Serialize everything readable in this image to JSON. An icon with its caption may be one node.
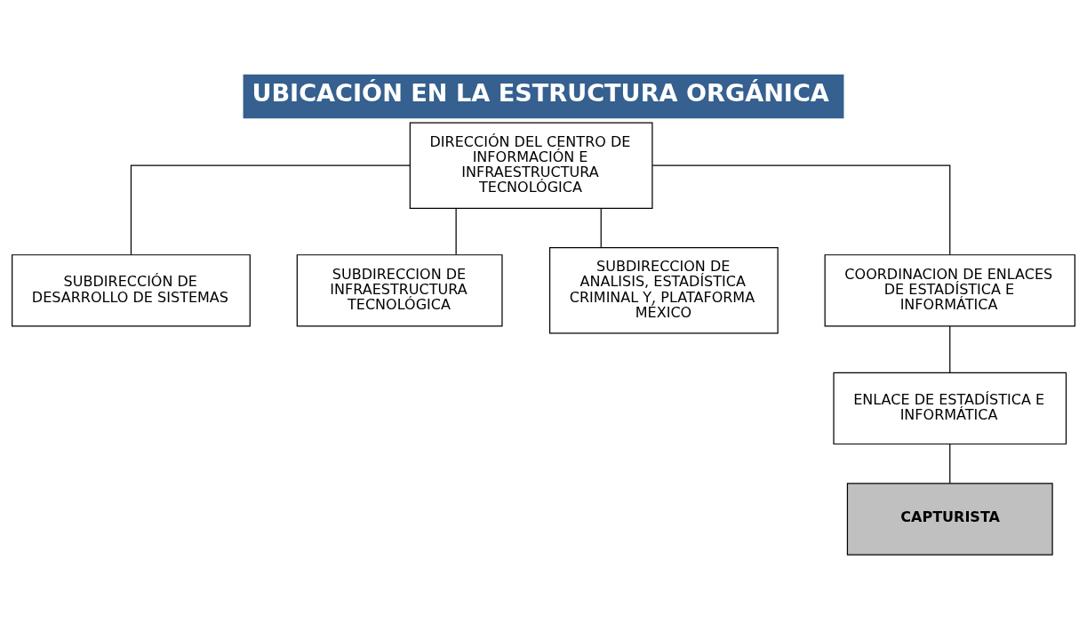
{
  "diagram": {
    "title": "UBICACIÓN EN LA ESTRUCTURA ORGÁNICA",
    "nodes": [
      {
        "text": [
          "DIRECCIÓN DEL CENTRO DE INFORMACIÓN E INFRAESTRUCTURA TECNOLÓGICA"
        ]
      },
      {
        "text": [
          "SUBDIRECCIÓN DE DESARROLLO DE SISTEMAS"
        ]
      },
      {
        "text": [
          "SUBDIRECCION DE INFRAESTRUCTURA TECNOLÓGICA"
        ]
      },
      {
        "text": [
          "SUBDIRECCION DE ANALISIS, ESTADÍSTICA CRIMINAL Y, PLATAFORMA MÉXICO"
        ]
      },
      {
        "text": [
          "COORDINACION DE ENLACES DE ESTADÍSTICA E INFORMÁTICA"
        ]
      },
      {
        "text": [
          "ENLACE DE ESTADÍSTICA E INFORMÁTICA"
        ]
      },
      {
        "text": [
          "CAPTURISTA"
        ]
      }
    ],
    "edges": [
      {
        "from": 0,
        "to": 1,
        "arrow": "none"
      },
      {
        "from": 0,
        "to": 2,
        "arrow": "none"
      },
      {
        "from": 0,
        "to": 3,
        "arrow": "none"
      },
      {
        "from": 0,
        "to": 4,
        "arrow": "none"
      },
      {
        "from": 4,
        "to": 5,
        "arrow": "none"
      },
      {
        "from": 5,
        "to": 6,
        "arrow": "none"
      }
    ]
  }
}
